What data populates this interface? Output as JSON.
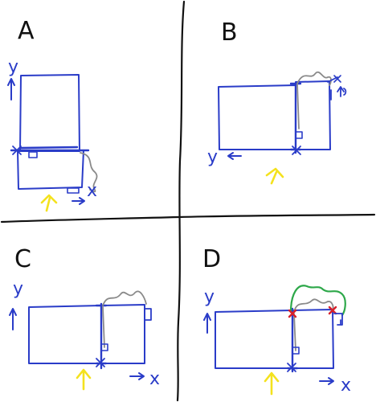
{
  "panels": [
    {
      "id": "A",
      "label": "A",
      "x_axis": "x",
      "y_axis": "y"
    },
    {
      "id": "B",
      "label": "B",
      "x_axis": "y",
      "y_axis": ""
    },
    {
      "id": "C",
      "label": "C",
      "x_axis": "x",
      "y_axis": "y"
    },
    {
      "id": "D",
      "label": "D",
      "x_axis": "x",
      "y_axis": "y"
    }
  ],
  "colors": {
    "ink": "#2a3cc8",
    "divider": "#111111",
    "label": "#111111",
    "gray_wire": "#8a8a8a",
    "green_wire": "#2ea84a",
    "red_marker": "#d8202a",
    "yellow_arrow": "#f4e21e"
  }
}
